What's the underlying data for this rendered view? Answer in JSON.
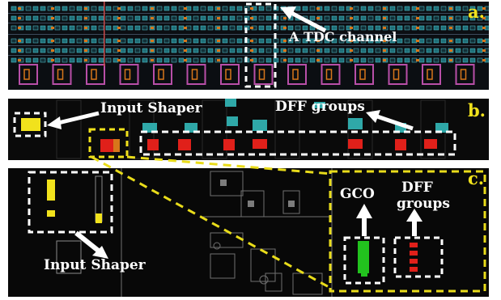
{
  "panel_a": {
    "letter": "a.",
    "callout": "A TDC channel",
    "colors": {
      "background": "#0b0e12",
      "cell_fill": "#1f6f78",
      "cell_edge": "#56d0d8",
      "orange": "#d7761b",
      "pink": "#b84fa8",
      "highlight": "#ffffff"
    }
  },
  "panel_b": {
    "letter": "b.",
    "input_shaper": "Input Shaper",
    "dff_groups": "DFF groups",
    "colors": {
      "yellow": "#f1e21c",
      "red": "#e0201a",
      "teal": "#2fa8a8",
      "dashed": "#ffffff"
    }
  },
  "panel_c": {
    "letter": "c.",
    "gco": "GCO",
    "dff_groups_line1": "DFF",
    "dff_groups_line2": "groups",
    "input_shaper": "Input Shaper",
    "colors": {
      "yellow_dash": "#e9dc1a",
      "green": "#22c21e",
      "red": "#e0201a",
      "grey": "#9a9a9a"
    }
  },
  "connector": {
    "style": "dashed",
    "color": "#e9dc1a"
  }
}
